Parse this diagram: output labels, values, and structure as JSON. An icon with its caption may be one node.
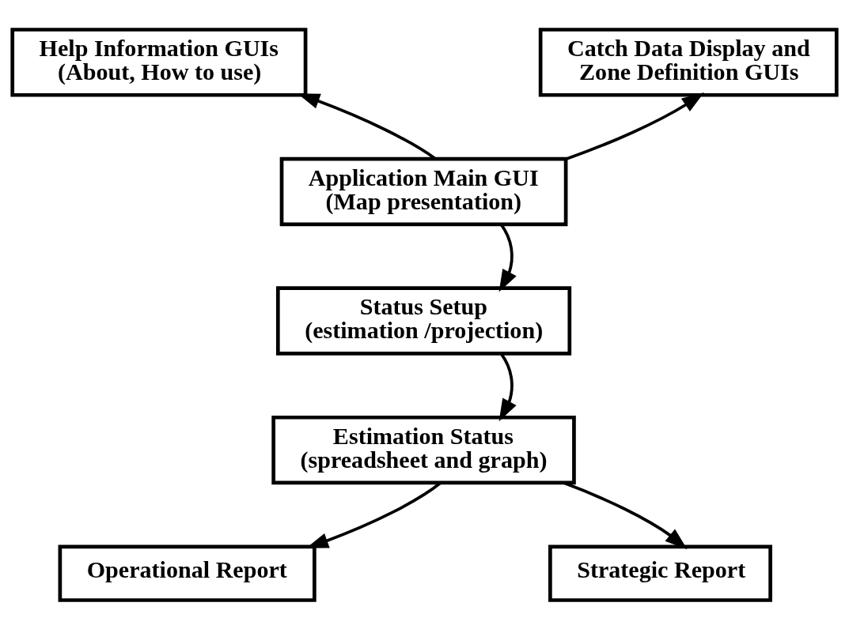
{
  "diagram": {
    "nodes": [
      {
        "text": [
          "Help Information GUIs",
          "(About, How to use)"
        ]
      },
      {
        "text": [
          "Catch Data Display and",
          "Zone Definition GUIs"
        ]
      },
      {
        "text": [
          "Application Main GUI",
          "(Map presentation)"
        ]
      },
      {
        "text": [
          "Status Setup",
          "(estimation /projection)"
        ]
      },
      {
        "text": [
          "Estimation Status",
          "(spreadsheet and graph)"
        ]
      },
      {
        "text": [
          "Operational Report"
        ]
      },
      {
        "text": [
          "Strategic Report"
        ]
      }
    ],
    "edges": [
      {
        "from": 2,
        "to": 0,
        "arrow": "to"
      },
      {
        "from": 2,
        "to": 1,
        "arrow": "to"
      },
      {
        "from": 2,
        "to": 3,
        "arrow": "to"
      },
      {
        "from": 3,
        "to": 4,
        "arrow": "to"
      },
      {
        "from": 4,
        "to": 5,
        "arrow": "to"
      },
      {
        "from": 4,
        "to": 6,
        "arrow": "to"
      }
    ]
  }
}
